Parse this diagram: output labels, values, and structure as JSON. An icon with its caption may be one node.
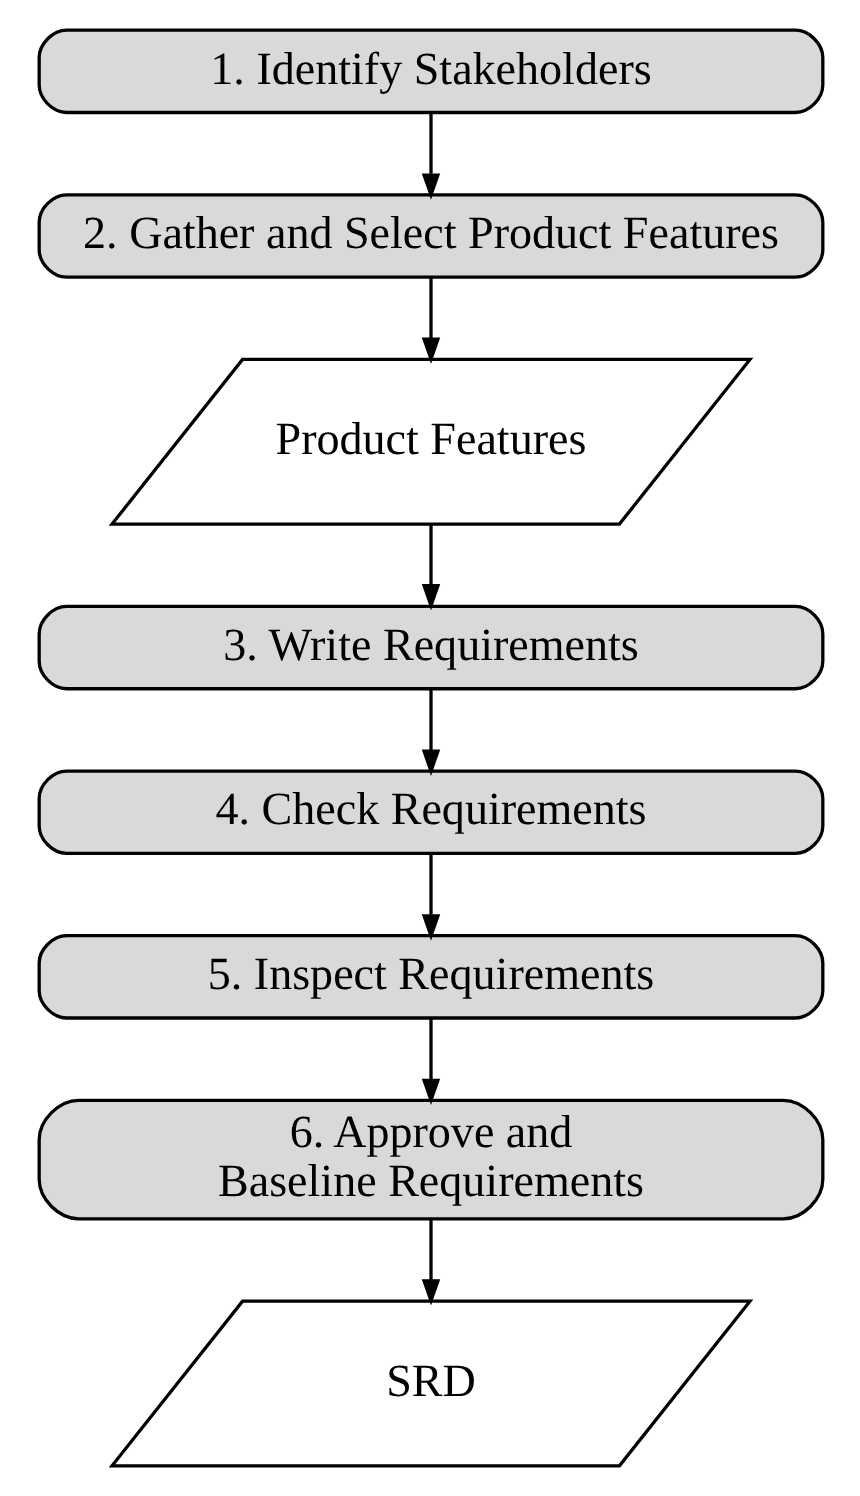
{
  "diagram": {
    "nodes": [
      {
        "text": [
          "1. Identify Stakeholders"
        ]
      },
      {
        "text": [
          "2. Gather and Select Product Features"
        ]
      },
      {
        "text": [
          "Product Features"
        ]
      },
      {
        "text": [
          "3. Write Requirements"
        ]
      },
      {
        "text": [
          "4. Check Requirements"
        ]
      },
      {
        "text": [
          "5. Inspect Requirements"
        ]
      },
      {
        "text": [
          "6. Approve and Baseline Requirements"
        ]
      },
      {
        "text": [
          "SRD"
        ]
      }
    ],
    "edges": [
      {
        "from": 0,
        "to": 1,
        "arrow": "to"
      },
      {
        "from": 1,
        "to": 2,
        "arrow": "to"
      },
      {
        "from": 2,
        "to": 3,
        "arrow": "to"
      },
      {
        "from": 3,
        "to": 4,
        "arrow": "to"
      },
      {
        "from": 4,
        "to": 5,
        "arrow": "to"
      },
      {
        "from": 5,
        "to": 6,
        "arrow": "to"
      },
      {
        "from": 6,
        "to": 7,
        "arrow": "to"
      }
    ]
  }
}
